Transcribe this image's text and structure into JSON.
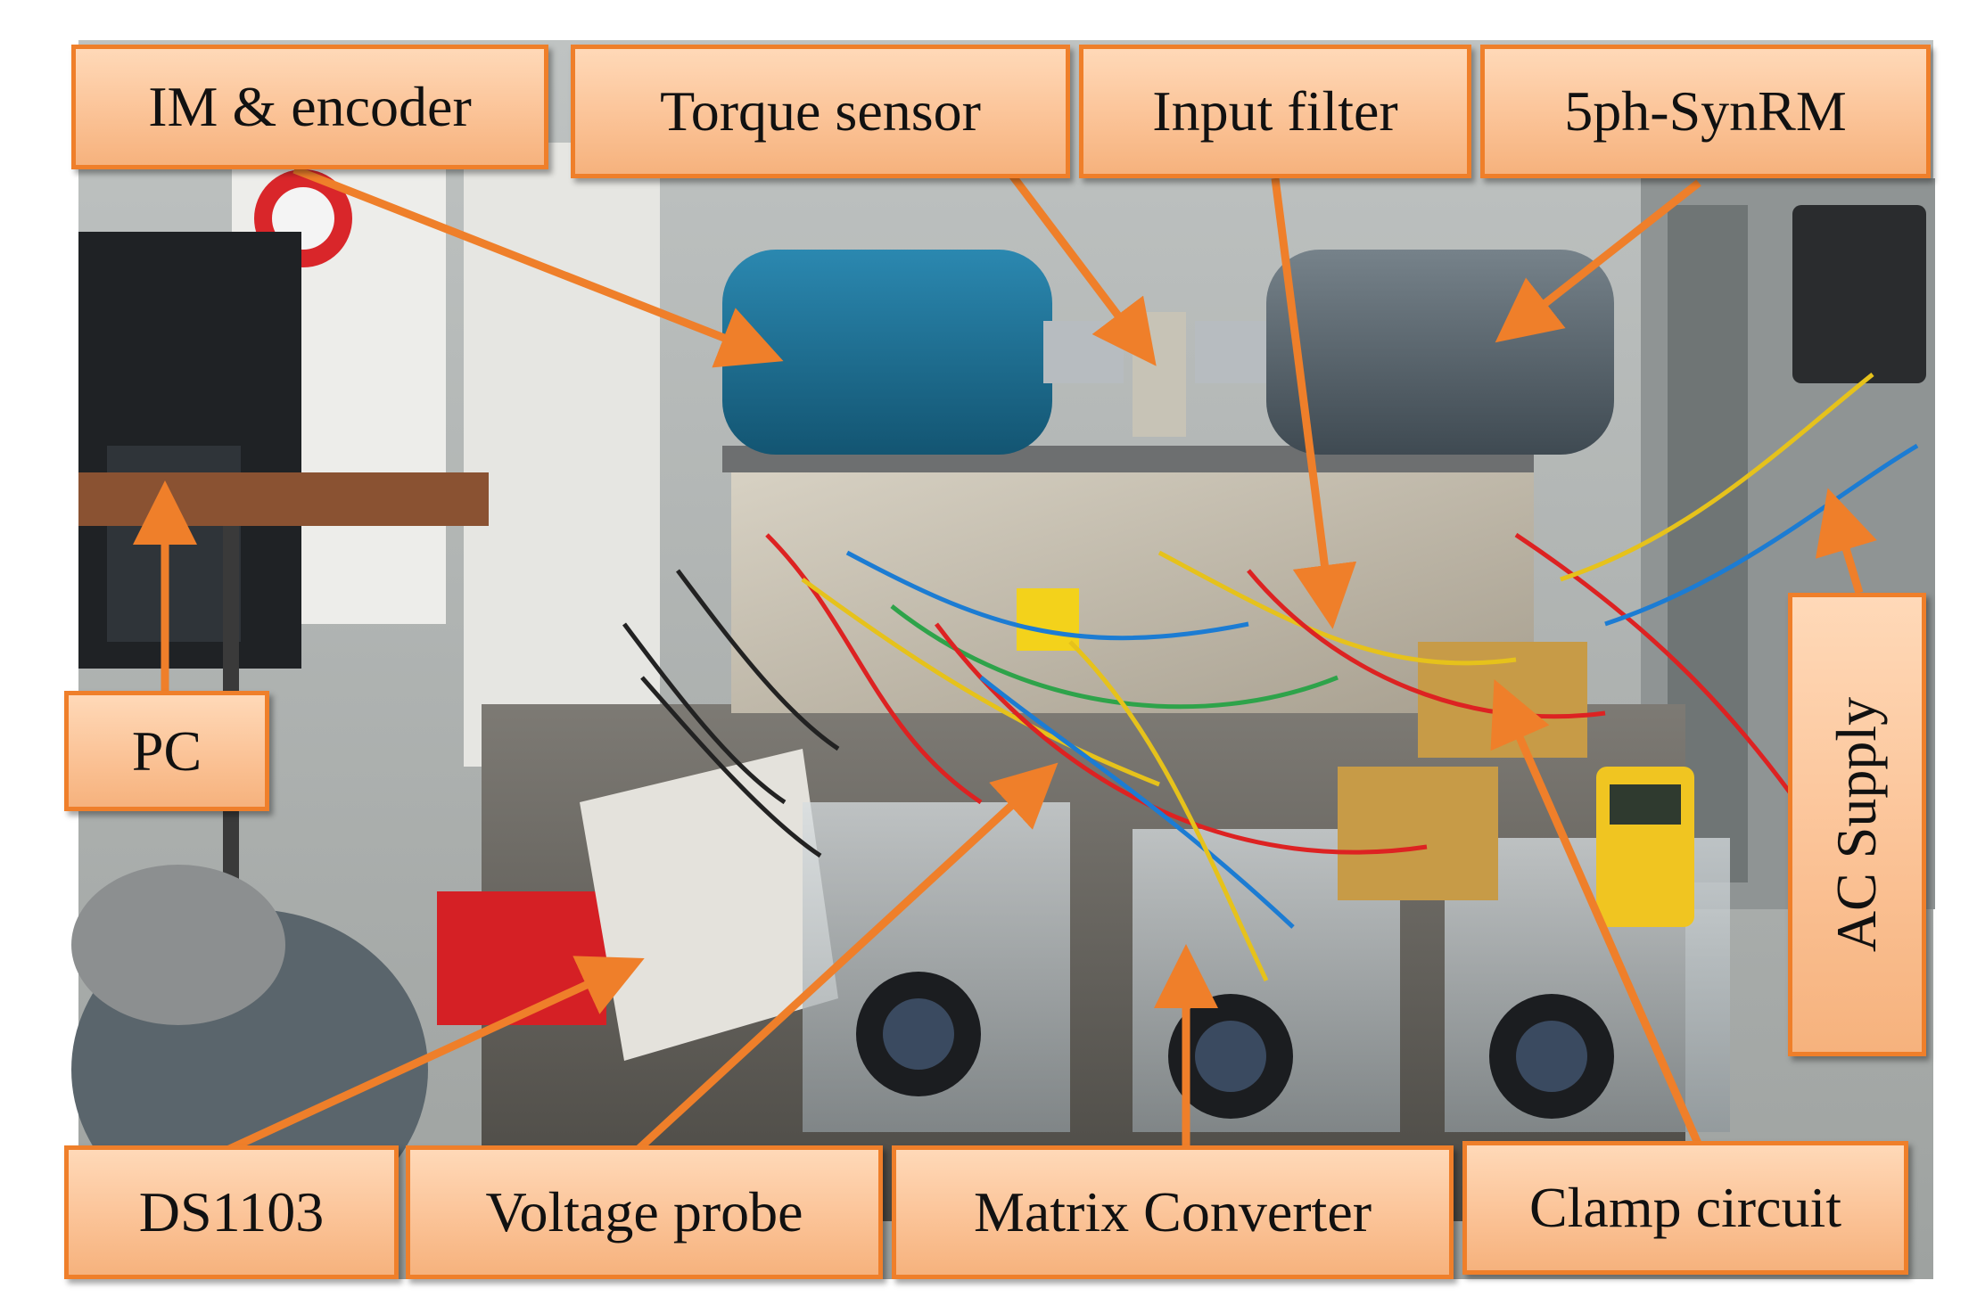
{
  "image": {
    "description_colors": {
      "label_fill": "#fbc397",
      "label_border": "#ef7f2a",
      "arrow": "#ef7f2a",
      "background_wall": "#c9c9c4",
      "motor_blue": "#1f6f93",
      "motor_grey": "#5a6670"
    }
  },
  "labels": {
    "im_encoder": "IM & encoder",
    "torque_sensor": "Torque sensor",
    "input_filter": "Input filter",
    "synrm": "5ph-SynRM",
    "pc": "PC",
    "ac_supply": "AC Supply",
    "ds1103": "DS1103",
    "voltage_probe": "Voltage probe",
    "matrix_converter": "Matrix Converter",
    "clamp_circuit": "Clamp circuit"
  }
}
